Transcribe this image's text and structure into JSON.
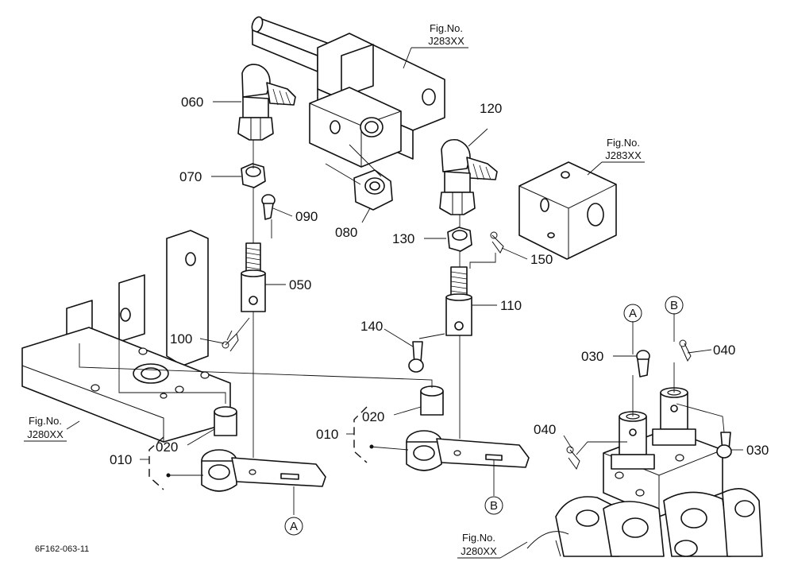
{
  "parts": {
    "p060": "060",
    "p070": "070",
    "p080": "080",
    "p090": "090",
    "p050": "050",
    "p100": "100",
    "p120": "120",
    "p130": "130",
    "p150": "150",
    "p110": "110",
    "p140": "140",
    "p020_left": "020",
    "p010_left": "010",
    "p020_mid": "020",
    "p010_mid": "010",
    "p030_top": "030",
    "p040_top": "040",
    "p040_left": "040",
    "p030_right": "030"
  },
  "callouts": {
    "a_bottom": "A",
    "b_mid": "B",
    "a_right": "A",
    "b_right": "B"
  },
  "figrefs": {
    "top_line1": "Fig.No.",
    "top_line2": "J283XX",
    "right_line1": "Fig.No.",
    "right_line2": "J283XX",
    "left_line1": "Fig.No.",
    "left_line2": "J280XX",
    "bottom_line1": "Fig.No.",
    "bottom_line2": "J280XX"
  },
  "drawing_code": "6F162-063-11"
}
